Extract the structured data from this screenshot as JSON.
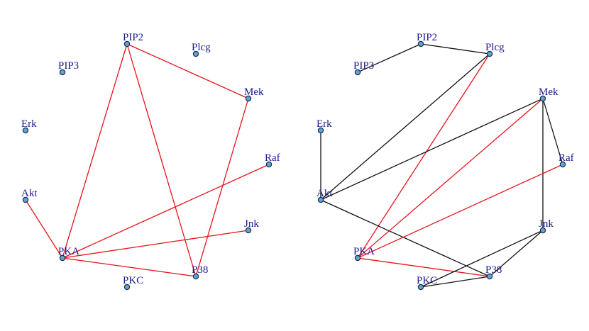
{
  "colors": {
    "red_edge": "#e8121b",
    "black_edge": "#111111",
    "node_fill": "#5fa6d6",
    "node_stroke": "#1a2a4a",
    "label": "#1a1a8c"
  },
  "graphs": [
    {
      "id": "left",
      "nodes": [
        "PIP2",
        "Plcg",
        "PIP3",
        "Mek",
        "Erk",
        "Raf",
        "Akt",
        "Jnk",
        "PKA",
        "P38",
        "PKC"
      ],
      "edges": [
        {
          "from": "PIP2",
          "to": "PKA",
          "color": "red"
        },
        {
          "from": "PIP2",
          "to": "P38",
          "color": "red"
        },
        {
          "from": "PIP2",
          "to": "Mek",
          "color": "red"
        },
        {
          "from": "Mek",
          "to": "P38",
          "color": "red"
        },
        {
          "from": "Akt",
          "to": "PKA",
          "color": "red"
        },
        {
          "from": "PKA",
          "to": "Raf",
          "color": "red"
        },
        {
          "from": "PKA",
          "to": "Jnk",
          "color": "red"
        },
        {
          "from": "PKA",
          "to": "P38",
          "color": "red"
        }
      ]
    },
    {
      "id": "right",
      "nodes": [
        "PIP2",
        "Plcg",
        "PIP3",
        "Mek",
        "Erk",
        "Raf",
        "Akt",
        "Jnk",
        "PKA",
        "P38",
        "PKC"
      ],
      "edges": [
        {
          "from": "PIP3",
          "to": "PIP2",
          "color": "black"
        },
        {
          "from": "PIP2",
          "to": "Plcg",
          "color": "black"
        },
        {
          "from": "Plcg",
          "to": "Akt",
          "color": "black"
        },
        {
          "from": "Plcg",
          "to": "PKA",
          "color": "red"
        },
        {
          "from": "Erk",
          "to": "Akt",
          "color": "black"
        },
        {
          "from": "Akt",
          "to": "Mek",
          "color": "black"
        },
        {
          "from": "Akt",
          "to": "P38",
          "color": "black"
        },
        {
          "from": "Mek",
          "to": "PKA",
          "color": "red"
        },
        {
          "from": "Mek",
          "to": "Raf",
          "color": "black"
        },
        {
          "from": "Mek",
          "to": "Jnk",
          "color": "black"
        },
        {
          "from": "Raf",
          "to": "PKA",
          "color": "red"
        },
        {
          "from": "PKA",
          "to": "P38",
          "color": "red"
        },
        {
          "from": "Jnk",
          "to": "PKC",
          "color": "black"
        },
        {
          "from": "Jnk",
          "to": "P38",
          "color": "black"
        },
        {
          "from": "PKC",
          "to": "P38",
          "color": "black"
        }
      ]
    }
  ]
}
